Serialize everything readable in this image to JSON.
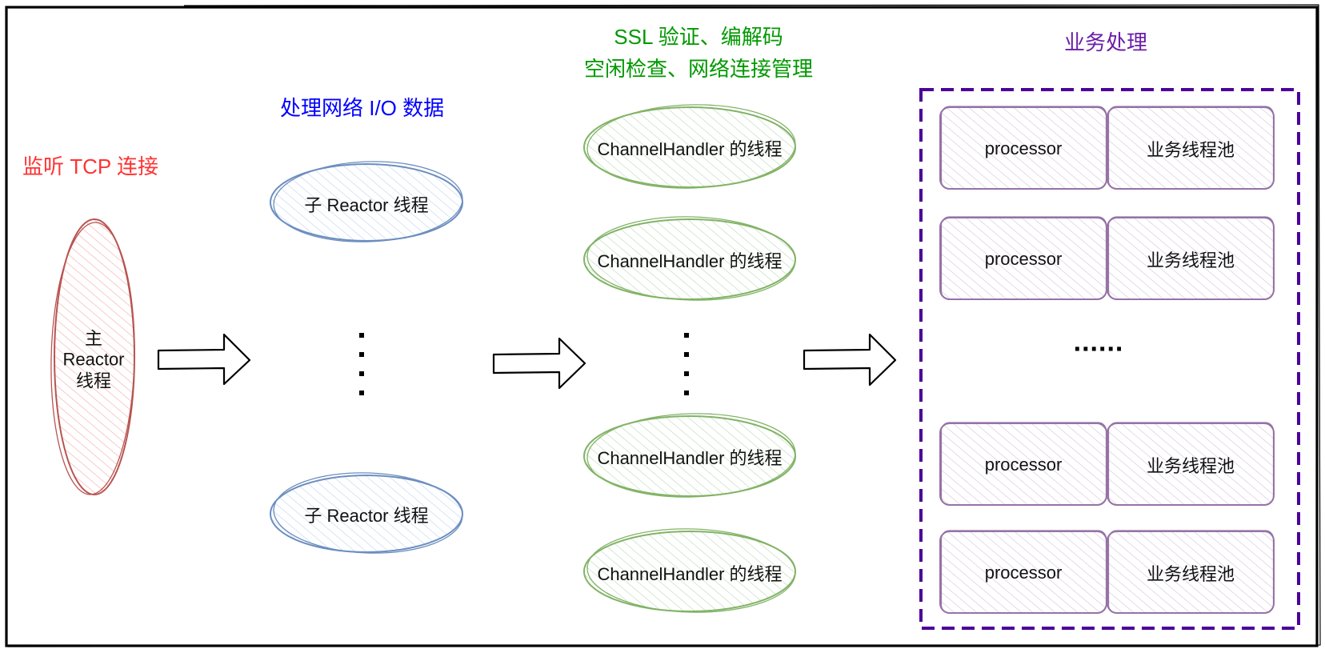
{
  "colors": {
    "frame": "#000000",
    "main_reactor_stroke": "#b85450",
    "main_reactor_fill": "#f8cecc",
    "sub_reactor_stroke": "#6c8ebf",
    "sub_reactor_fill": "#dae8fc",
    "handler_stroke": "#82b366",
    "handler_fill": "#d5e8d4",
    "biz_stroke": "#9673a6",
    "biz_fill": "#e1d5e7",
    "biz_group_dash": "#4c0099",
    "label_red": "#ff3333",
    "label_blue": "#0000ff",
    "label_green": "#009900",
    "label_purple": "#6a1fa8"
  },
  "stages": {
    "accept": {
      "label": "监听 TCP 连接",
      "node": {
        "line1": "主",
        "line2": "Reactor",
        "line3": "线程"
      }
    },
    "io": {
      "label": "处理网络 I/O 数据",
      "nodes": [
        "子 Reactor 线程",
        "子 Reactor 线程"
      ],
      "ellipsis": "⋮"
    },
    "handler": {
      "label_line1": "SSL 验证、编解码",
      "label_line2": "空闲检查、网络连接管理",
      "nodes": [
        "ChannelHandler 的线程",
        "ChannelHandler 的线程",
        "ChannelHandler 的线程",
        "ChannelHandler 的线程"
      ],
      "ellipsis": "⋮"
    },
    "business": {
      "label": "业务处理",
      "rows": [
        {
          "processor": "processor",
          "pool": "业务线程池"
        },
        {
          "processor": "processor",
          "pool": "业务线程池"
        },
        {
          "processor": "processor",
          "pool": "业务线程池"
        },
        {
          "processor": "processor",
          "pool": "业务线程池"
        }
      ],
      "ellipsis": "......"
    }
  },
  "arrows": [
    "accept-to-io",
    "io-to-handler",
    "handler-to-business"
  ]
}
